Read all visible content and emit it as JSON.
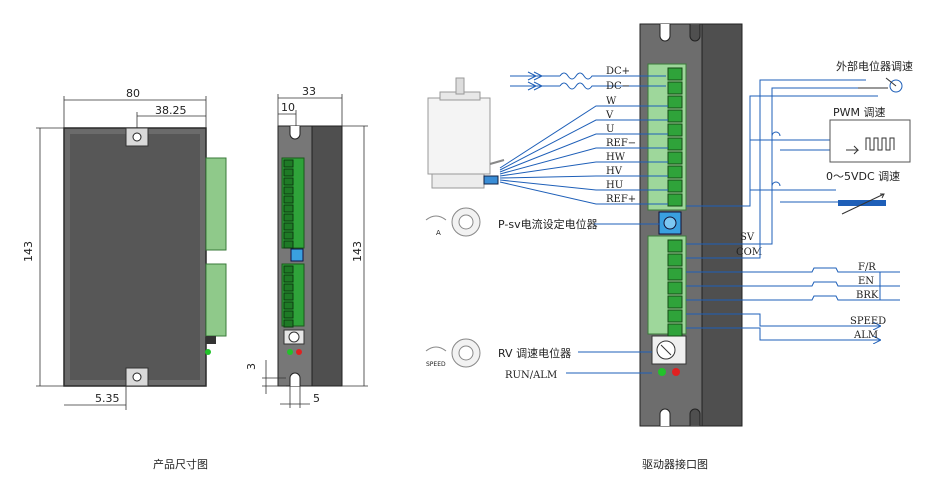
{
  "captions": {
    "left": "产品尺寸图",
    "right": "驱动器接口图"
  },
  "dimensions": {
    "width_total": "80",
    "offset": "38.25",
    "height_left": "143",
    "bottom_offset": "5.35",
    "depth_total": "33",
    "depth_partial": "10",
    "height_right": "143",
    "slot_h": "3",
    "slot_w": "5"
  },
  "terminals": {
    "power": [
      "DC+",
      "DC−"
    ],
    "motor": [
      "W",
      "V",
      "U",
      "REF−",
      "HW",
      "HV",
      "HU",
      "REF+"
    ],
    "control_sv": "SV",
    "control_com": "COM",
    "inputs": [
      "F/R",
      "EN",
      "BRK"
    ],
    "outputs": [
      "SPEED",
      "ALM"
    ]
  },
  "annotations": {
    "ext_pot": "外部电位器调速",
    "pwm": "PWM 调速",
    "voltage": "0～5VDC 调速",
    "psv_pot": "P-sv电流设定电位器",
    "rv_pot": "RV 调速电位器",
    "run_alm": "RUN/ALM",
    "knob_a": "A",
    "knob_speed": "SPEED"
  },
  "colors": {
    "body_dark": "#4f4f4f",
    "body_mid": "#6d6d6d",
    "terminal_green": "#2fa33a",
    "terminal_light": "#9ed79b",
    "pot_blue": "#3aa0e0",
    "wire_blue": "#1e5fb8",
    "led_green": "#22c22a",
    "led_red": "#e02020"
  }
}
